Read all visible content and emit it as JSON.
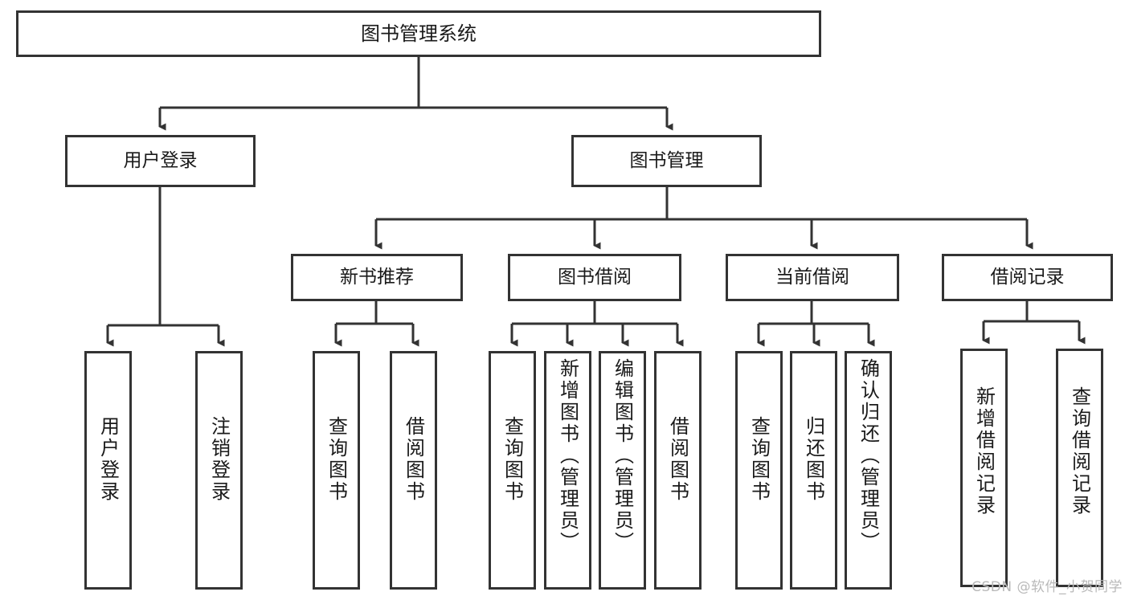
{
  "diagram": {
    "title": "图书管理系统",
    "type": "hierarchy-tree",
    "colors": {
      "box_border": "#333333",
      "box_fill": "#ffffff",
      "edge": "#333333",
      "text": "#1a1a1a",
      "watermark": "#b9b9b9"
    },
    "levels": {
      "root": {
        "label": "图书管理系统"
      },
      "level2": [
        {
          "label": "用户登录"
        },
        {
          "label": "图书管理"
        }
      ],
      "level3": [
        {
          "label": "新书推荐"
        },
        {
          "label": "图书借阅"
        },
        {
          "label": "当前借阅"
        },
        {
          "label": "借阅记录"
        }
      ],
      "leaves": {
        "user_login": [
          {
            "label": "用户登录"
          },
          {
            "label": "注销登录"
          }
        ],
        "new_book_recommend": [
          {
            "label": "查询图书"
          },
          {
            "label": "借阅图书"
          }
        ],
        "book_borrow": [
          {
            "label": "查询图书"
          },
          {
            "label": "新增图书（管理员）"
          },
          {
            "label": "编辑图书（管理员）"
          },
          {
            "label": "借阅图书"
          }
        ],
        "current_borrow": [
          {
            "label": "查询图书"
          },
          {
            "label": "归还图书"
          },
          {
            "label": "确认归还（管理员）"
          }
        ],
        "borrow_record": [
          {
            "label": "新增借阅记录"
          },
          {
            "label": "查询借阅记录"
          }
        ]
      }
    },
    "watermark": "CSDN @软件_小贺同学"
  }
}
